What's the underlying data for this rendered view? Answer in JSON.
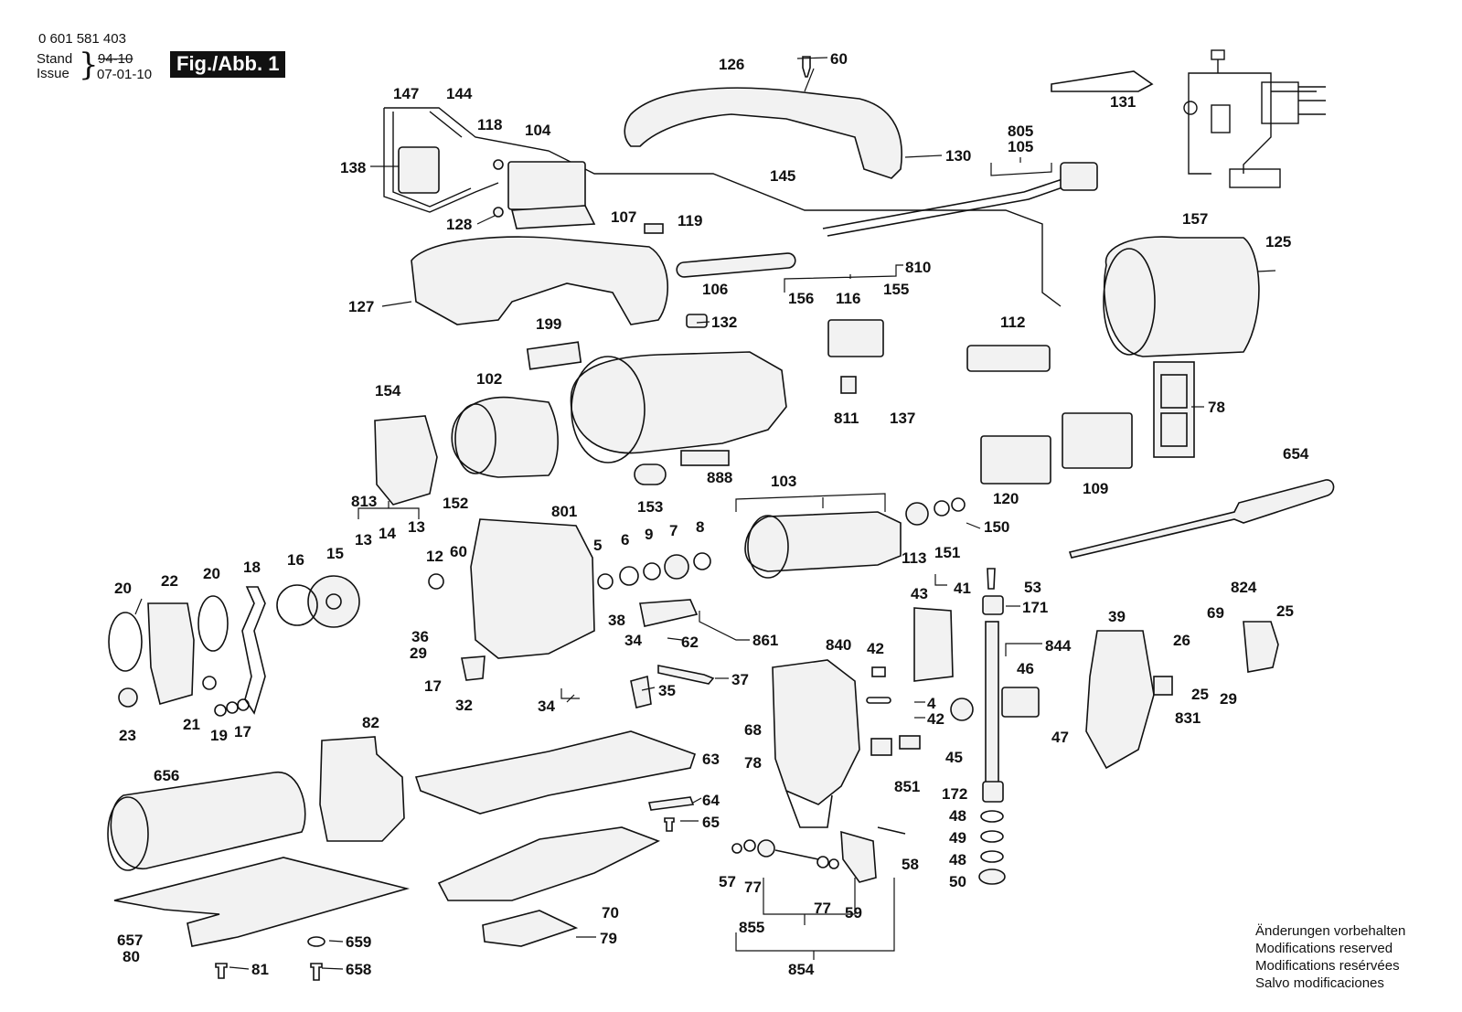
{
  "header": {
    "part_number": "0 601 581 403",
    "stand_label": "Stand",
    "issue_label": "Issue",
    "stand_value_struck": "94-10",
    "issue_value": "07-01-10",
    "figure_label": "Fig./Abb. 1"
  },
  "notes": [
    "Änderungen vorbehalten",
    "Modifications reserved",
    "Modifications resérvées",
    "Salvo modificaciones"
  ],
  "labels": {
    "p126": "126",
    "p60a": "60",
    "p147": "147",
    "p144": "144",
    "p118": "118",
    "p104": "104",
    "p138": "138",
    "p128": "128",
    "p131": "131",
    "p130": "130",
    "p805": "805",
    "p105": "105",
    "p145": "145",
    "p107": "107",
    "p119": "119",
    "p157": "157",
    "p125": "125",
    "p106": "106",
    "p127": "127",
    "p132": "132",
    "p810": "810",
    "p156": "156",
    "p116": "116",
    "p155": "155",
    "p112": "112",
    "p199": "199",
    "p102": "102",
    "p154": "154",
    "p811": "811",
    "p137": "137",
    "p78a": "78",
    "p654": "654",
    "p888": "888",
    "p152": "152",
    "p153": "153",
    "p120": "120",
    "p109": "109",
    "p103": "103",
    "p813": "813",
    "p801": "801",
    "p150": "150",
    "p13a": "13",
    "p14": "14",
    "p13b": "13",
    "p5": "5",
    "p6": "6",
    "p9": "9",
    "p7": "7",
    "p8": "8",
    "p113": "113",
    "p151": "151",
    "p20a": "20",
    "p22": "22",
    "p20b": "20",
    "p18": "18",
    "p16": "16",
    "p15": "15",
    "p12": "12",
    "p60b": "60",
    "p43": "43",
    "p41": "41",
    "p53": "53",
    "p824": "824",
    "p171": "171",
    "p69": "69",
    "p25a": "25",
    "p39": "39",
    "p38": "38",
    "p36": "36",
    "p861": "861",
    "p840": "840",
    "p26": "26",
    "p29a": "29",
    "p34a": "34",
    "p62": "62",
    "p42a": "42",
    "p844": "844",
    "p46": "46",
    "p17a": "17",
    "p37": "37",
    "p25b": "25",
    "p29b": "29",
    "p32": "32",
    "p35": "35",
    "p4": "4",
    "p831": "831",
    "p34b": "34",
    "p42b": "42",
    "p47": "47",
    "p23": "23",
    "p21": "21",
    "p19": "19",
    "p17b": "17",
    "p68": "68",
    "p82": "82",
    "p45": "45",
    "p78b": "78",
    "p63": "63",
    "p656": "656",
    "p851": "851",
    "p172": "172",
    "p48a": "48",
    "p64": "64",
    "p65": "65",
    "p49": "49",
    "p48b": "48",
    "p58": "58",
    "p50": "50",
    "p70": "70",
    "p57": "57",
    "p77a": "77",
    "p77b": "77",
    "p59": "59",
    "p855": "855",
    "p657": "657",
    "p80": "80",
    "p659": "659",
    "p79": "79",
    "p81": "81",
    "p658": "658",
    "p854": "854"
  }
}
